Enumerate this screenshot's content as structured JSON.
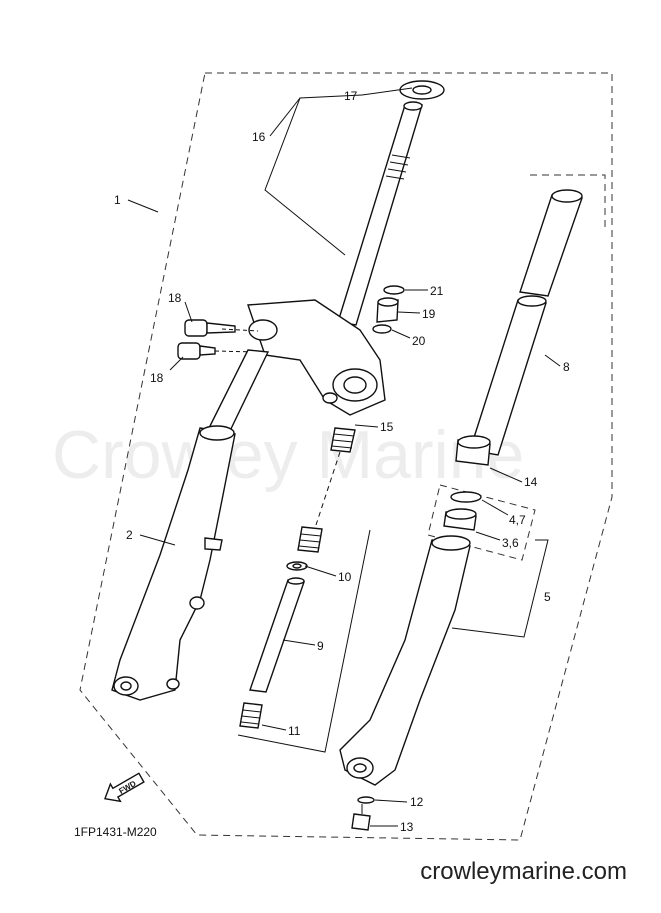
{
  "watermark": "Crowley Marine",
  "footer_url": "crowleymarine.com",
  "figure_code": "1FP1431-M220",
  "fwd_badge": "FWD",
  "callouts": {
    "c1": "1",
    "c2": "2",
    "c36": "3,6",
    "c47": "4,7",
    "c5": "5",
    "c8": "8",
    "c9": "9",
    "c10": "10",
    "c11": "11",
    "c12": "12",
    "c13": "13",
    "c14": "14",
    "c15": "15",
    "c16": "16",
    "c17": "17",
    "c18a": "18",
    "c18b": "18",
    "c19": "19",
    "c20": "20",
    "c21": "21"
  }
}
